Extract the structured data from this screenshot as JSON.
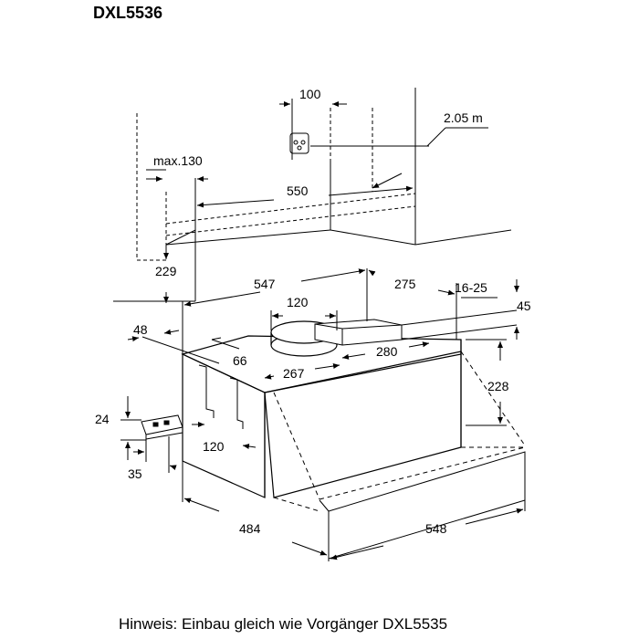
{
  "title": "DXL5536",
  "note": "Hinweis: Einbau gleich wie Vorgänger DXL5535",
  "dimensions": {
    "d100": "100",
    "d205": "2.05 m",
    "max130": "max.130",
    "d550": "550",
    "d229": "229",
    "d547": "547",
    "d275": "275",
    "d16_25": "16-25",
    "d45": "45",
    "d120_top": "120",
    "d48": "48",
    "d66": "66",
    "d280": "280",
    "d267": "267",
    "d228": "228",
    "d24": "24",
    "d120_bottom": "120",
    "d35": "35",
    "d484": "484",
    "d548": "548"
  }
}
